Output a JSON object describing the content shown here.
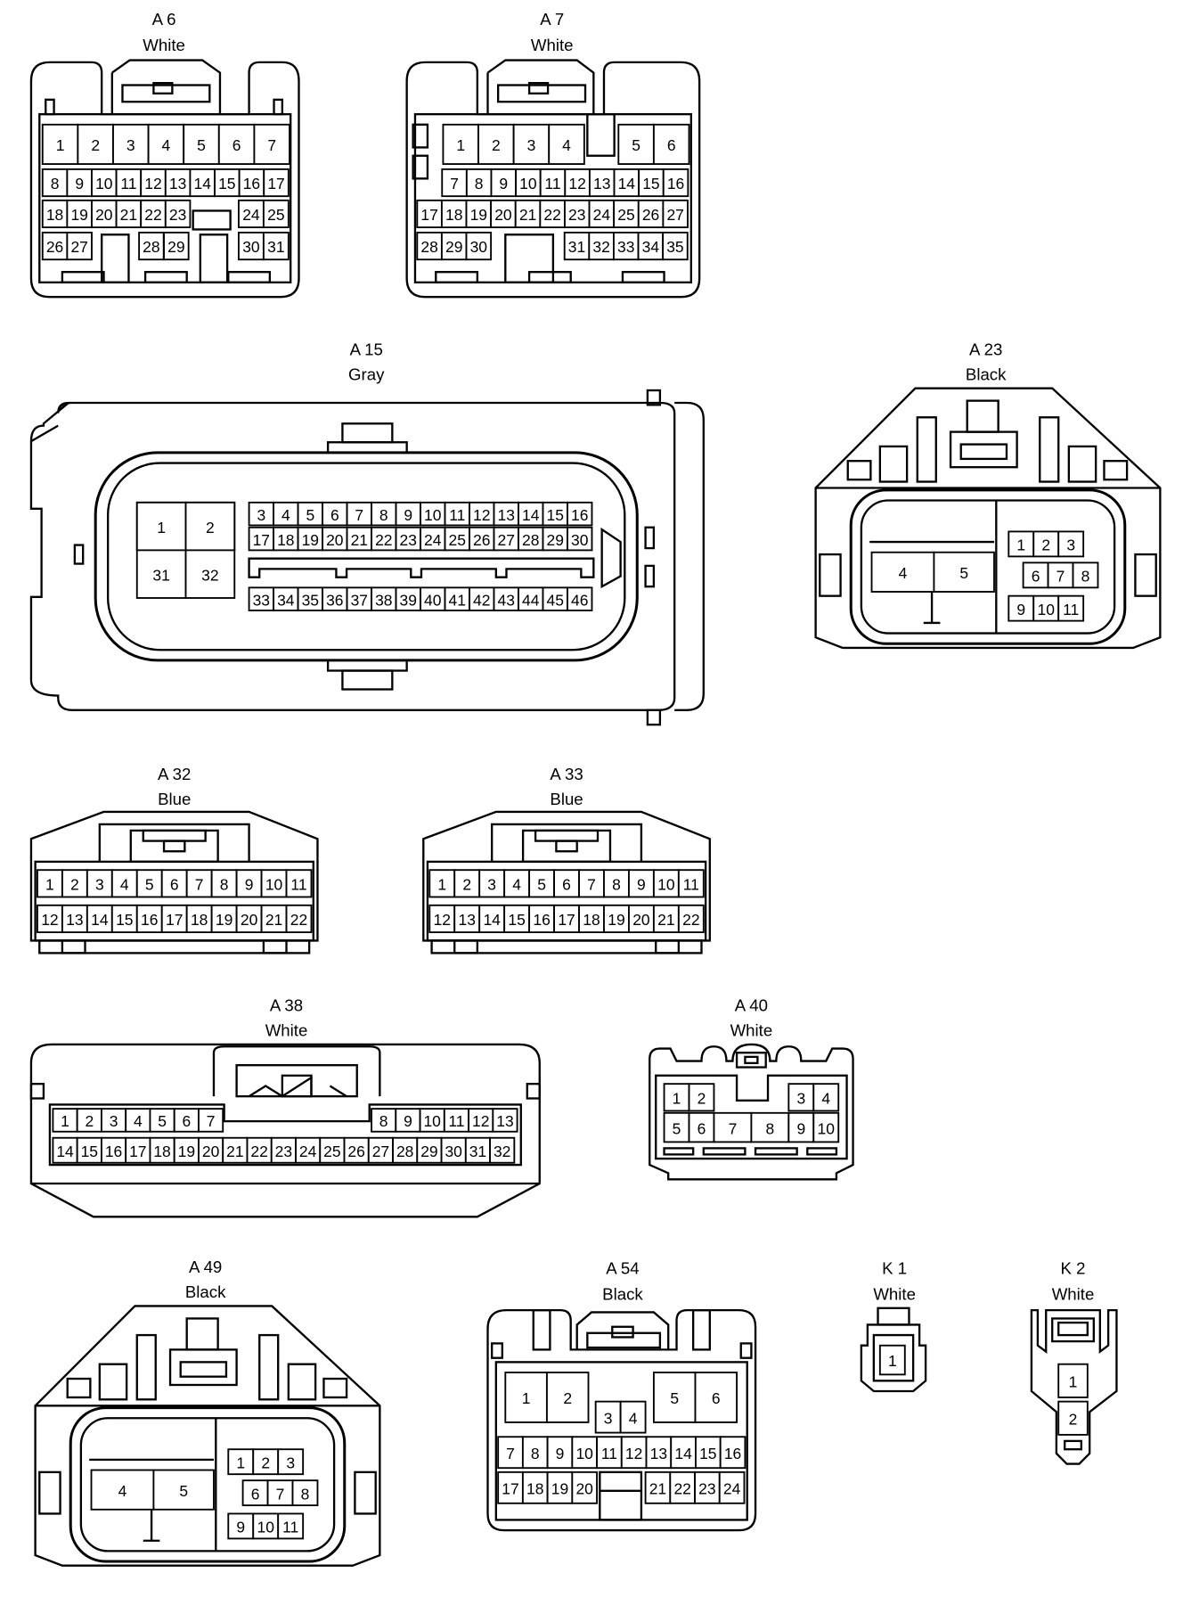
{
  "connectors": [
    {
      "id": "A6",
      "code": "A 6",
      "color": "White",
      "pins": [
        [
          "1",
          "2",
          "3",
          "4",
          "5",
          "6",
          "7"
        ],
        [
          "8",
          "9",
          "10",
          "11",
          "12",
          "13",
          "14",
          "15",
          "16",
          "17"
        ],
        [
          "18",
          "19",
          "20",
          "21",
          "22",
          "23",
          "24",
          "25"
        ],
        [
          "26",
          "27",
          "28",
          "29",
          "30",
          "31"
        ]
      ]
    },
    {
      "id": "A7",
      "code": "A 7",
      "color": "White",
      "pins": [
        [
          "1",
          "2",
          "3",
          "4",
          "5",
          "6"
        ],
        [
          "7",
          "8",
          "9",
          "10",
          "11",
          "12",
          "13",
          "14",
          "15",
          "16"
        ],
        [
          "17",
          "18",
          "19",
          "20",
          "21",
          "22",
          "23",
          "24",
          "25",
          "26",
          "27"
        ],
        [
          "28",
          "29",
          "30",
          "31",
          "32",
          "33",
          "34",
          "35"
        ]
      ]
    },
    {
      "id": "A15",
      "code": "A 15",
      "color": "Gray",
      "pins": [
        [
          "1",
          "2",
          "31",
          "32"
        ],
        [
          "3",
          "4",
          "5",
          "6",
          "7",
          "8",
          "9",
          "10",
          "11",
          "12",
          "13",
          "14",
          "15",
          "16"
        ],
        [
          "17",
          "18",
          "19",
          "20",
          "21",
          "22",
          "23",
          "24",
          "25",
          "26",
          "27",
          "28",
          "29",
          "30"
        ],
        [
          "33",
          "34",
          "35",
          "36",
          "37",
          "38",
          "39",
          "40",
          "41",
          "42",
          "43",
          "44",
          "45",
          "46"
        ]
      ]
    },
    {
      "id": "A23",
      "code": "A 23",
      "color": "Black",
      "pins": [
        [
          "4",
          "5"
        ],
        [
          "1",
          "2",
          "3"
        ],
        [
          "6",
          "7",
          "8"
        ],
        [
          "9",
          "10",
          "11"
        ]
      ]
    },
    {
      "id": "A32",
      "code": "A 32",
      "color": "Blue",
      "pins": [
        [
          "1",
          "2",
          "3",
          "4",
          "5",
          "6",
          "7",
          "8",
          "9",
          "10",
          "11"
        ],
        [
          "12",
          "13",
          "14",
          "15",
          "16",
          "17",
          "18",
          "19",
          "20",
          "21",
          "22"
        ]
      ]
    },
    {
      "id": "A33",
      "code": "A 33",
      "color": "Blue",
      "pins": [
        [
          "1",
          "2",
          "3",
          "4",
          "5",
          "6",
          "7",
          "8",
          "9",
          "10",
          "11"
        ],
        [
          "12",
          "13",
          "14",
          "15",
          "16",
          "17",
          "18",
          "19",
          "20",
          "21",
          "22"
        ]
      ]
    },
    {
      "id": "A38",
      "code": "A 38",
      "color": "White",
      "pins": [
        [
          "1",
          "2",
          "3",
          "4",
          "5",
          "6",
          "7",
          "8",
          "9",
          "10",
          "11",
          "12",
          "13"
        ],
        [
          "14",
          "15",
          "16",
          "17",
          "18",
          "19",
          "20",
          "21",
          "22",
          "23",
          "24",
          "25",
          "26",
          "27",
          "28",
          "29",
          "30",
          "31",
          "32"
        ]
      ]
    },
    {
      "id": "A40",
      "code": "A 40",
      "color": "White",
      "pins": [
        [
          "1",
          "2",
          "3",
          "4"
        ],
        [
          "5",
          "6",
          "7",
          "8",
          "9",
          "10"
        ]
      ]
    },
    {
      "id": "A49",
      "code": "A 49",
      "color": "Black",
      "pins": [
        [
          "4",
          "5"
        ],
        [
          "1",
          "2",
          "3"
        ],
        [
          "6",
          "7",
          "8"
        ],
        [
          "9",
          "10",
          "11"
        ]
      ]
    },
    {
      "id": "A54",
      "code": "A 54",
      "color": "Black",
      "pins": [
        [
          "1",
          "2",
          "5",
          "6"
        ],
        [
          "3",
          "4"
        ],
        [
          "7",
          "8",
          "9",
          "10",
          "11",
          "12",
          "13",
          "14",
          "15",
          "16"
        ],
        [
          "17",
          "18",
          "19",
          "20",
          "21",
          "22",
          "23",
          "24"
        ]
      ]
    },
    {
      "id": "K1",
      "code": "K 1",
      "color": "White",
      "pins": [
        [
          "1"
        ]
      ]
    },
    {
      "id": "K2",
      "code": "K 2",
      "color": "White",
      "pins": [
        [
          "1"
        ],
        [
          "2"
        ]
      ]
    }
  ]
}
